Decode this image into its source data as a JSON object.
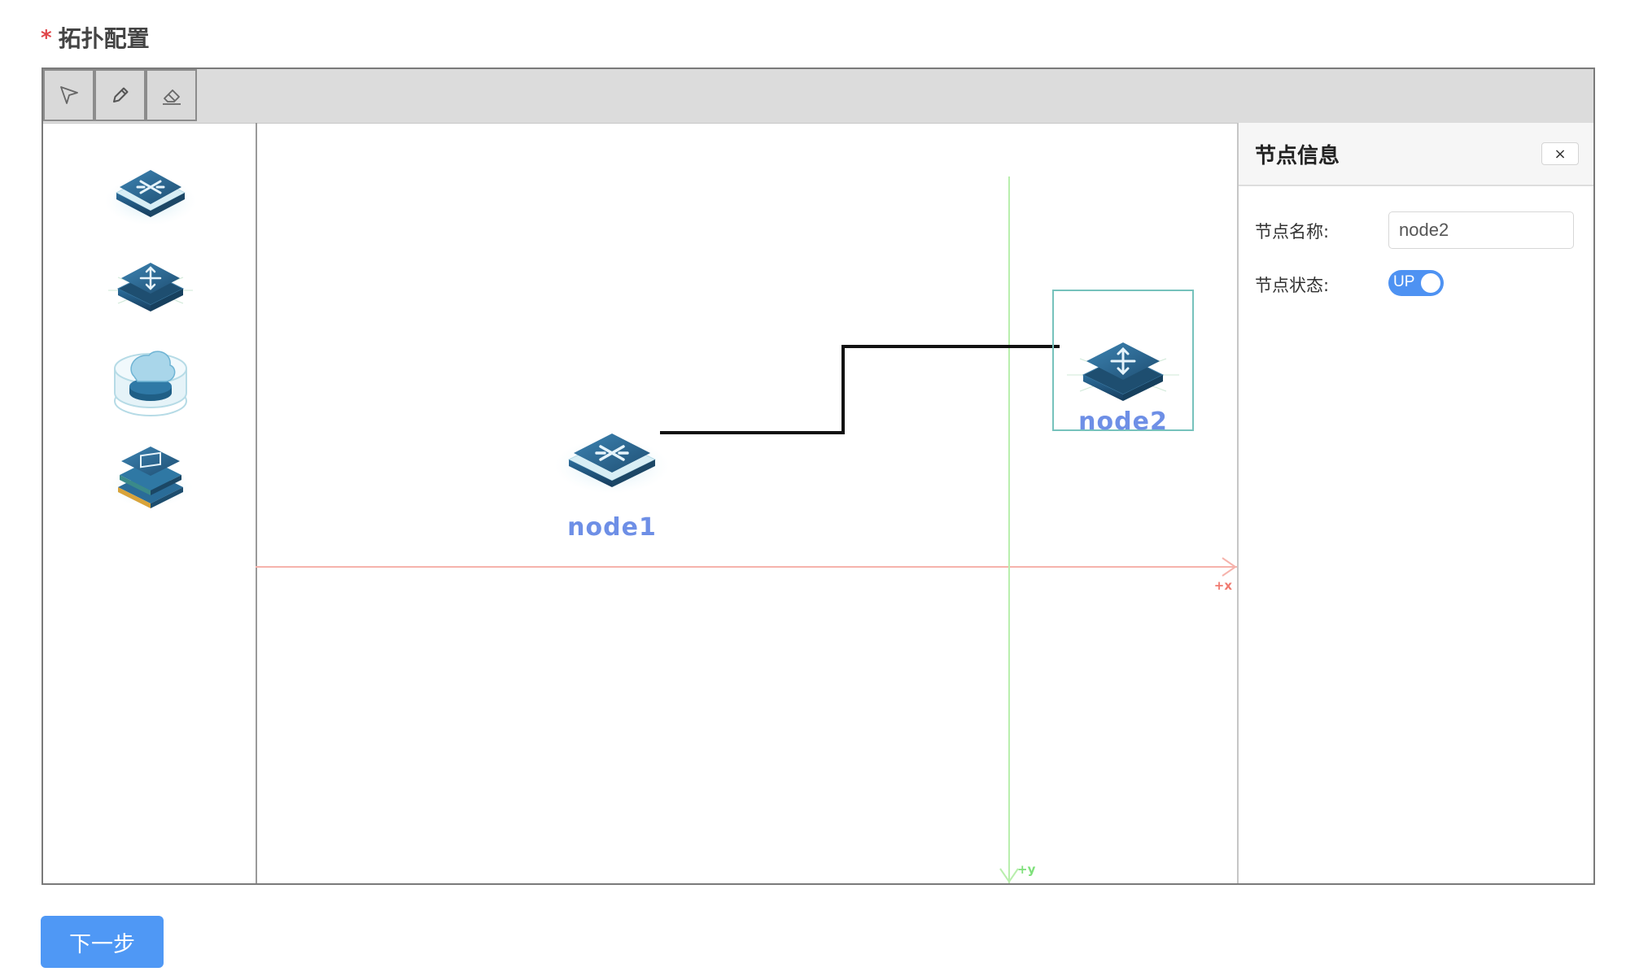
{
  "field": {
    "required_mark": "*",
    "label": "拓扑配置"
  },
  "toolbar": {
    "tools": [
      {
        "name": "select",
        "icon": "cursor-arrow-icon"
      },
      {
        "name": "draw",
        "icon": "pencil-icon"
      },
      {
        "name": "erase",
        "icon": "eraser-icon"
      }
    ]
  },
  "palette": {
    "items": [
      {
        "icon": "switch-icon"
      },
      {
        "icon": "router-icon"
      },
      {
        "icon": "cloud-icon"
      },
      {
        "icon": "server-icon"
      }
    ]
  },
  "canvas": {
    "axis_x_label": "+x",
    "axis_y_label": "+y",
    "nodes": [
      {
        "label": "node1",
        "icon": "switch-icon",
        "selected": false
      },
      {
        "label": "node2",
        "icon": "router-icon",
        "selected": true
      }
    ],
    "links": [
      {
        "from": "node1",
        "to": "node2"
      }
    ]
  },
  "info_panel": {
    "title": "节点信息",
    "close_symbol": "×",
    "name_label": "节点名称:",
    "name_value": "node2",
    "status_label": "节点状态:",
    "status_value": "UP"
  },
  "footer": {
    "next_label": "下一步"
  },
  "colors": {
    "primary": "#4f98f5",
    "node_label": "#6e8fe6",
    "selection": "#76c2bc",
    "axis_x": "#f6b3ac",
    "axis_y": "#b9efad",
    "required": "#e0464a"
  }
}
